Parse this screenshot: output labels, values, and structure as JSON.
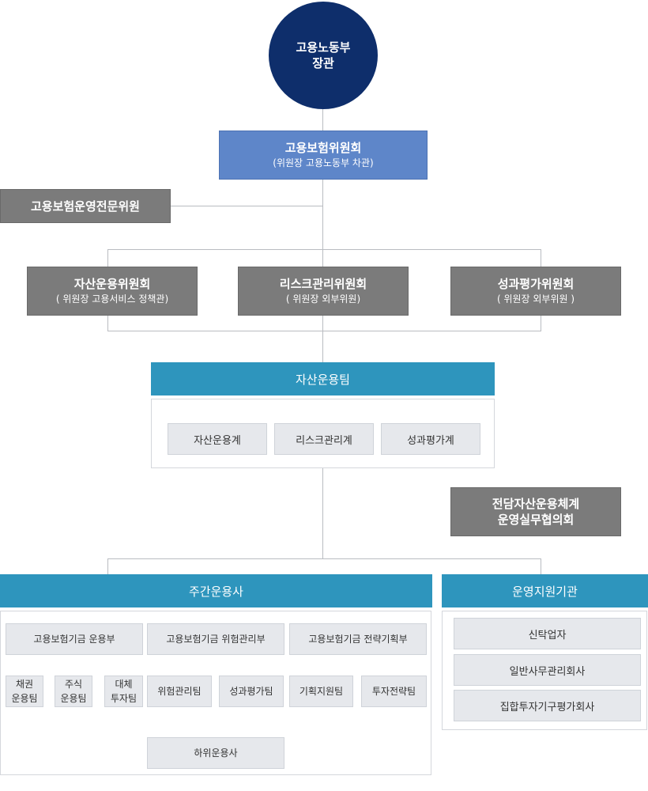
{
  "minister": {
    "line1": "고용노동부",
    "line2": "장관"
  },
  "committee": {
    "title": "고용보험위원회",
    "sub": "(위원장 고용노동부 차관)"
  },
  "expert_committee": "고용보험운영전문위원",
  "subcommittees": [
    {
      "title": "자산운용위원회",
      "sub": "( 위원장 고용서비스 정책관)"
    },
    {
      "title": "리스크관리위원회",
      "sub": "( 위원장 외부위원)"
    },
    {
      "title": "성과평가위원회",
      "sub": "( 위원장 외부위원 )"
    }
  ],
  "asset_team": {
    "title": "자산운용팀",
    "units": [
      "자산운용계",
      "리스크관리계",
      "성과평가계"
    ]
  },
  "council": {
    "line1": "전담자산운용체계",
    "line2": "운영실무협의회"
  },
  "main_manager": {
    "title": "주간운용사",
    "departments": [
      "고용보험기금 운용부",
      "고용보험기금 위험관리부",
      "고용보험기금 전략기획부"
    ],
    "teams": [
      {
        "line1": "채권",
        "line2": "운용팀"
      },
      {
        "line1": "주식",
        "line2": "운용팀"
      },
      {
        "line1": "대체",
        "line2": "투자팀"
      },
      {
        "line1": "위험관리팀",
        "line2": ""
      },
      {
        "line1": "성과평가팀",
        "line2": ""
      },
      {
        "line1": "기획지원팀",
        "line2": ""
      },
      {
        "line1": "투자전략팀",
        "line2": ""
      }
    ],
    "sub_manager": "하위운용사"
  },
  "support": {
    "title": "운영지원기관",
    "items": [
      "신탁업자",
      "일반사무관리회사",
      "집합투자기구평가회사"
    ]
  }
}
